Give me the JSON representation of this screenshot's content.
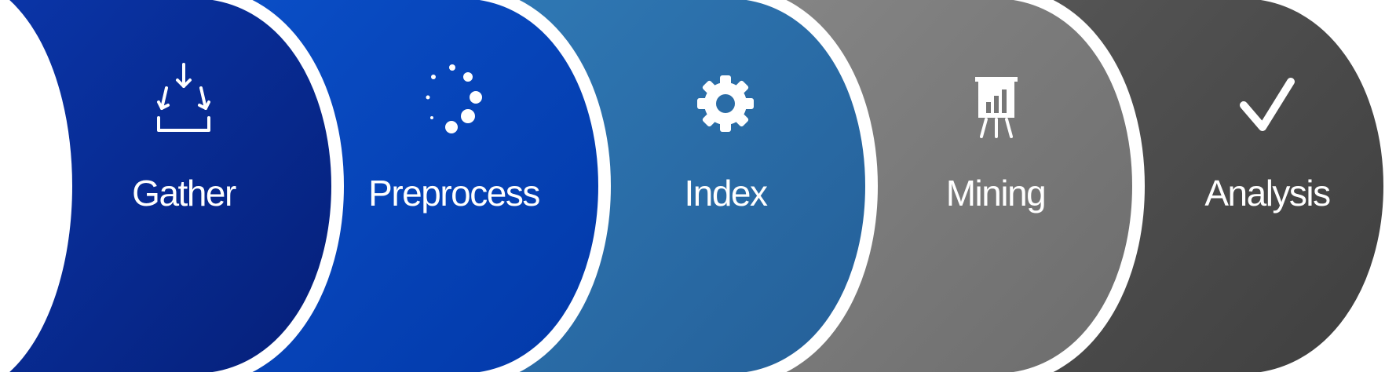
{
  "pipeline": {
    "steps": [
      {
        "label": "Gather",
        "icon": "download-tray-icon",
        "color": "#0a2e94"
      },
      {
        "label": "Preprocess",
        "icon": "loading-spinner-icon",
        "color": "#0343b8"
      },
      {
        "label": "Index",
        "icon": "gear-icon",
        "color": "#2a6ca6"
      },
      {
        "label": "Mining",
        "icon": "presentation-chart-icon",
        "color": "#7a7a7a"
      },
      {
        "label": "Analysis",
        "icon": "checkmark-icon",
        "color": "#4a4a4a"
      }
    ],
    "separator_color": "#ffffff"
  }
}
